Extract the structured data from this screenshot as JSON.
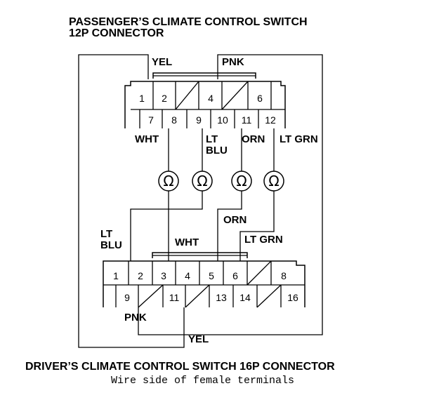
{
  "titles": {
    "top_line1": "PASSENGER’S CLIMATE CONTROL SWITCH",
    "top_line2": "12P CONNECTOR",
    "bottom": "DRIVER’S CLIMATE CONTROL SWITCH 16P CONNECTOR",
    "subtitle": "Wire side of female terminals"
  },
  "top_connector": {
    "row1": [
      "1",
      "2",
      "4",
      "6"
    ],
    "row2": [
      "7",
      "8",
      "9",
      "10",
      "11",
      "12"
    ]
  },
  "bottom_connector": {
    "row1": [
      "1",
      "2",
      "3",
      "4",
      "5",
      "6",
      "8"
    ],
    "row2": [
      "9",
      "11",
      "13",
      "14",
      "16"
    ]
  },
  "wire_labels": {
    "yel_top": "YEL",
    "pnk_top": "PNK",
    "wht_top": "WHT",
    "lt_top": "LT",
    "blu_top": "BLU",
    "orn_top": "ORN",
    "ltgrn_top": "LT GRN",
    "orn_mid": "ORN",
    "lt_left": "LT",
    "blu_left": "BLU",
    "wht_mid": "WHT",
    "ltgrn_mid": "LT GRN",
    "pnk_bottom": "PNK",
    "yel_bottom": "YEL"
  },
  "meter_symbol": "Ω"
}
